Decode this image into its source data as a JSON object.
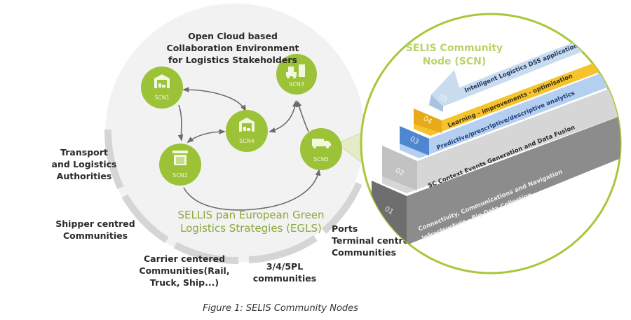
{
  "header": {
    "title_lines": [
      "Open Cloud based",
      "Collaboration Environment",
      "for Logistics Stakeholders"
    ]
  },
  "nodes": [
    {
      "id": "SCN1",
      "label": "SCN1",
      "icon": "warehouse-icon"
    },
    {
      "id": "SCN2",
      "label": "SCN2",
      "icon": "storefront-icon"
    },
    {
      "id": "SCN3",
      "label": "SCN3",
      "icon": "forklift-icon"
    },
    {
      "id": "SCN4",
      "label": "SCN4",
      "icon": "warehouse-icon"
    },
    {
      "id": "SCN5",
      "label": "SCN5",
      "icon": "truck-icon"
    }
  ],
  "edges": [
    {
      "from": "SCN1",
      "to": "SCN4",
      "bidirectional": true
    },
    {
      "from": "SCN1",
      "to": "SCN2",
      "bidirectional": false
    },
    {
      "from": "SCN2",
      "to": "SCN4",
      "bidirectional": true
    },
    {
      "from": "SCN4",
      "to": "SCN3",
      "bidirectional": true
    },
    {
      "from": "SCN5",
      "to": "SCN3",
      "bidirectional": false
    },
    {
      "from": "SCN2",
      "to": "SCN5",
      "bidirectional": false
    }
  ],
  "egls": {
    "lines": [
      "SELLIS pan European Green",
      "Logistics Strategies (EGLS)"
    ]
  },
  "communities": {
    "transport": [
      "Transport",
      "and Logistics",
      "Authorities"
    ],
    "shipper": [
      "Shipper centred",
      "Communities"
    ],
    "carrier": [
      "Carrier centered",
      "Communities(Rail,",
      "Truck, Ship...)"
    ],
    "pl": [
      "3/4/5PL",
      "communities"
    ],
    "ports": [
      "Ports",
      "Terminal centred",
      "Communities"
    ]
  },
  "scn_detail": {
    "title_lines": [
      "SELIS Community",
      "Node  (SCN)"
    ],
    "layers": [
      {
        "num": "05",
        "text": "Intelligent Logistics DSS applications",
        "color": "#bcd3ec"
      },
      {
        "num": "04",
        "text": "Learning – improvements - optimisation",
        "color": "#f5c32c"
      },
      {
        "num": "03",
        "text": "Predictive/prescriptive/descriptive analytics",
        "color": "#4f86d0"
      },
      {
        "num": "02",
        "text": "SC Context  Events Generation and Data Fusion",
        "color": "#d6d6d6"
      },
      {
        "num": "01",
        "text_lines": [
          "Connectivity, Communications and Navigation",
          "Infrastructure - Big Data Collection"
        ],
        "color": "#8c8c8c"
      }
    ]
  },
  "colors": {
    "node_green": "#9cc238",
    "circle_outline": "#a6c83a",
    "background_circle": "#f1f1f1",
    "arc_gray": "#d9d9d9"
  },
  "caption": "Figure 1: SELIS Community Nodes"
}
